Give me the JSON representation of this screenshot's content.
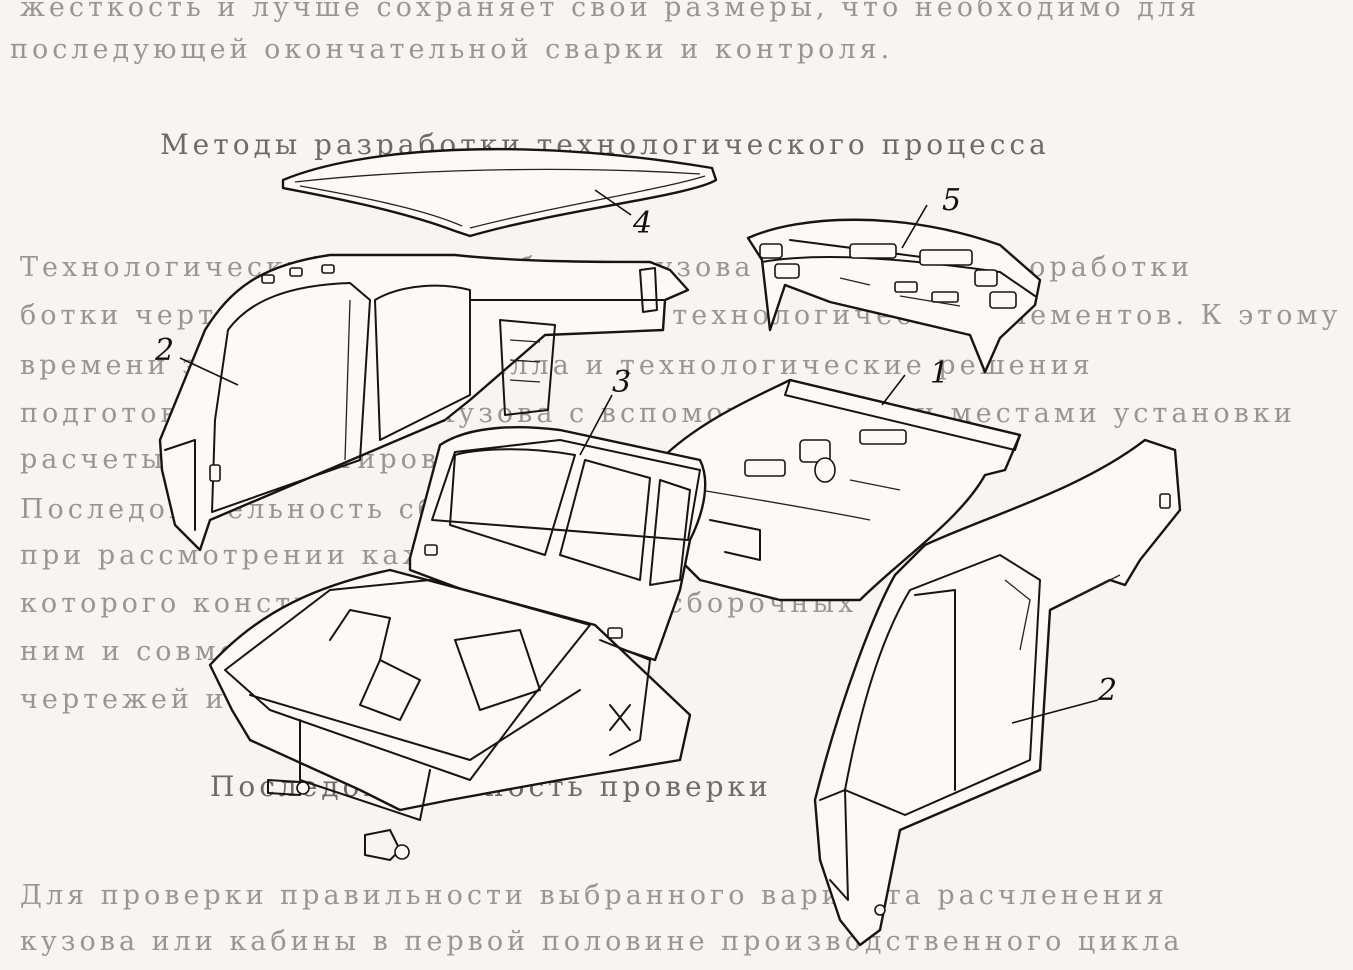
{
  "background_text": {
    "line1": "жесткость и лучше сохраняет свои размеры, что необходимо для",
    "line2": "последующей окончательной сварки и контроля.",
    "heading": "Методы разработки технологического процесса",
    "line4": "Технологический процесс сборки кузова начинают с проработки",
    "line5": "ботки чертежей в деталях, а также технологических элементов. К этому",
    "line6": "времени заготовки из металла и технологические решения",
    "line7": "подготовленные части кузова с вспомогательными местами установки",
    "line8": "расчеты и корректировка узлов",
    "line9": "Последовательность сборки",
    "line10": "при рассмотрении каждого из них",
    "line11": "которого конструкции и отдельных сборочных",
    "line12": "ним и совмещении и",
    "line13": "чертежей и",
    "line14": "Последовательность проверки",
    "line15": "Для проверки правильности выбранного варианта расчленения",
    "line16": "кузова или кабины в первой половине производственного цикла"
  },
  "callouts": {
    "c1": "1",
    "c2_left": "2",
    "c2_right": "2",
    "c3": "3",
    "c4": "4",
    "c5": "5"
  },
  "colors": {
    "ink": "#151515",
    "paper": "#f6f5f1",
    "bleed_text": "#4a4a48"
  }
}
